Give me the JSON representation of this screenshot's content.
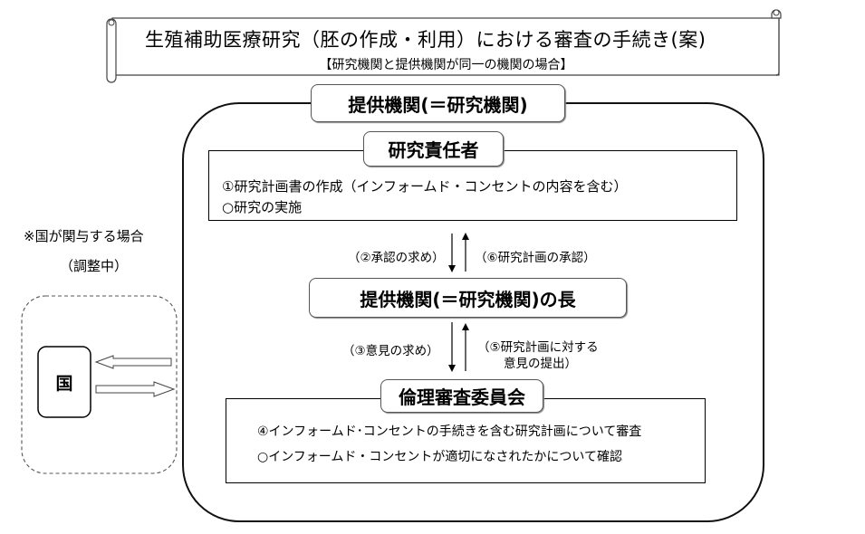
{
  "title": {
    "main": "生殖補助医療研究（胚の作成・利用）における審査の手続き(案)",
    "sub": "【研究機関と提供機関が同一の機関の場合】"
  },
  "outer_box": {
    "label": "提供機関(＝研究機関)"
  },
  "researcher": {
    "label": "研究責任者",
    "lines": [
      "①研究計画書の作成（インフォームド・コンセントの内容を含む）",
      "○研究の実施"
    ]
  },
  "arrows_upper": {
    "down_label": "（②承認の求め）",
    "up_label": "（⑥研究計画の承認）"
  },
  "head": {
    "label": "提供機関(＝研究機関)の長"
  },
  "arrows_lower": {
    "down_label": "（③意見の求め）",
    "up_label_line1": "（⑤研究計画に対する",
    "up_label_line2": "意見の提出）"
  },
  "ethics": {
    "label": "倫理審査委員会",
    "lines": [
      "④インフォームド･コンセントの手続きを含む研究計画について審査",
      "○インフォームド・コンセントが適切になされたかについて確認"
    ]
  },
  "country": {
    "note_line1": "※国が関与する場合",
    "note_line2": "（調整中）",
    "label": "国"
  }
}
